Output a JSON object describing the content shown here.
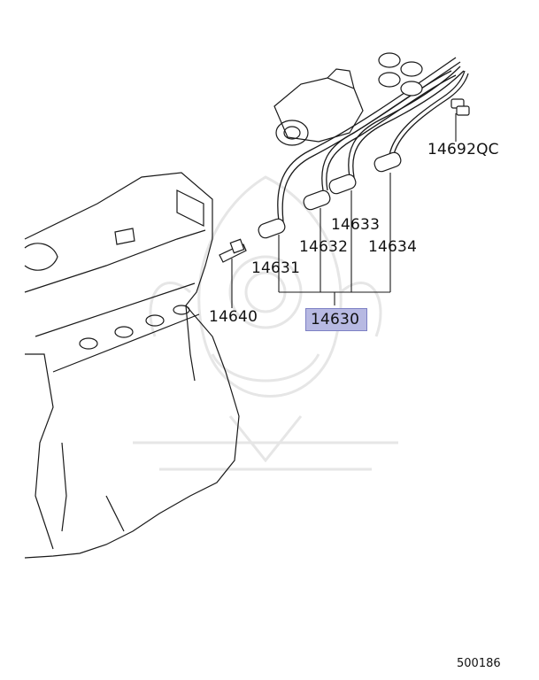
{
  "callouts": {
    "p14692qc": "14692QC",
    "p14633": "14633",
    "p14632": "14632",
    "p14634": "14634",
    "p14631": "14631",
    "p14640": "14640",
    "p14630": "14630"
  },
  "diagram_id": "500186",
  "colors": {
    "line": "#1a1a1a",
    "highlight": "#b7b9e2",
    "highlight_border": "#7d80c4",
    "watermark": "#e6e6e6"
  }
}
